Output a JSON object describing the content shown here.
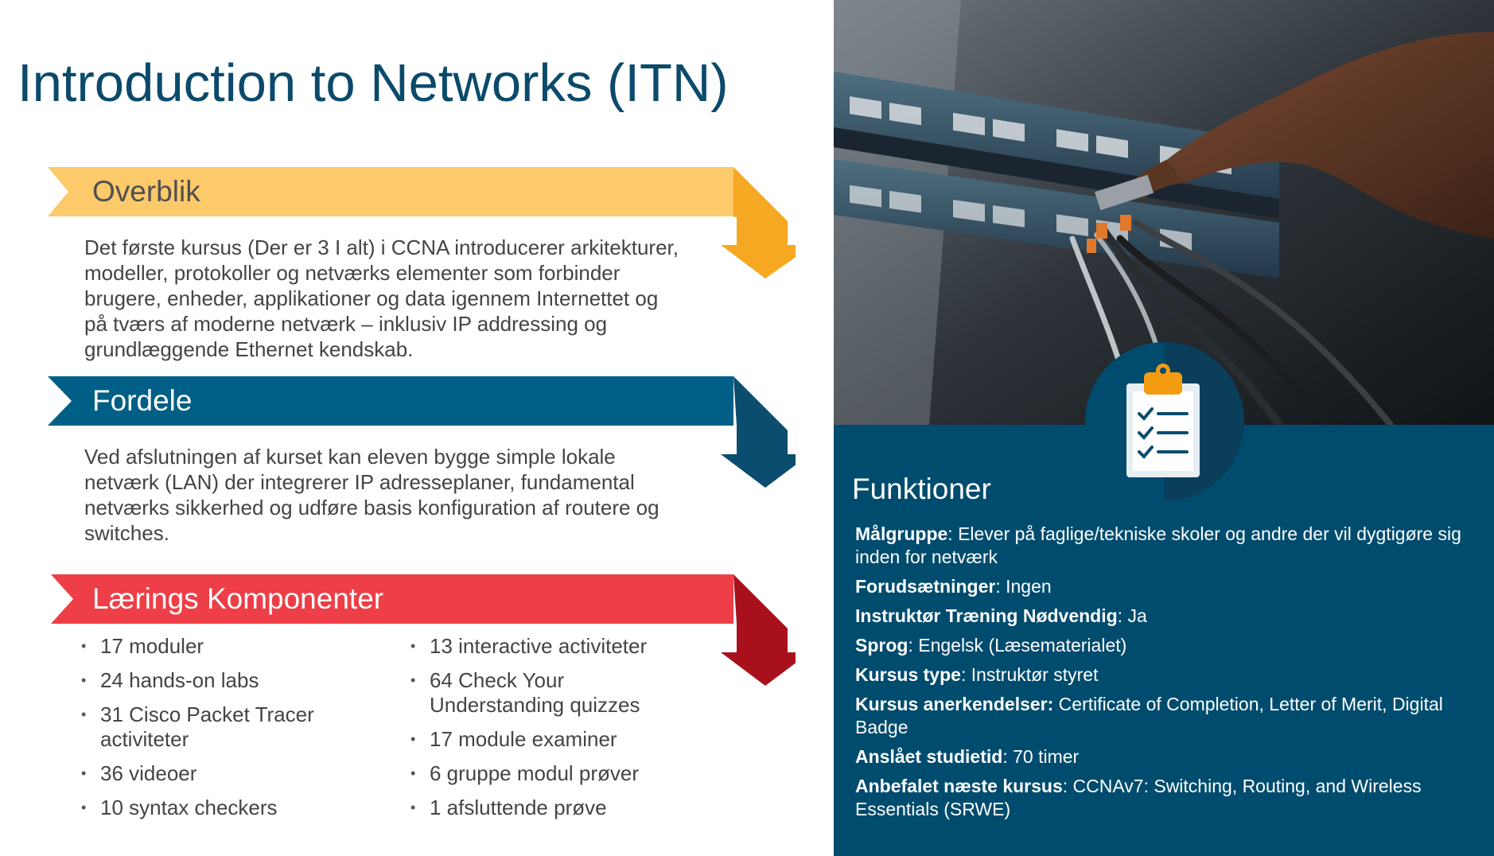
{
  "title": "Introduction to Networks (ITN)",
  "colors": {
    "title": "#0b4a6b",
    "overblik_light": "#fcc96b",
    "overblik_dark": "#f7a823",
    "fordele_light": "#005f86",
    "fordele_dark": "#0a4d6e",
    "laerings_light": "#ee3e47",
    "laerings_dark": "#a8111c",
    "panel": "#004c6e"
  },
  "sections": {
    "overblik": {
      "heading": "Overblik",
      "lines": [
        "Det første kursus (Der er 3 I alt) i CCNA introducerer arkitekturer,",
        "modeller, protokoller og netværks elementer som forbinder",
        "brugere, enheder, applikationer og data igennem Internettet og",
        "på tværs af moderne netværk – inklusiv IP addressing og",
        "grundlæggende Ethernet kendskab."
      ]
    },
    "fordele": {
      "heading": "Fordele",
      "lines": [
        "Ved afslutningen af kurset kan eleven bygge simple lokale",
        "netværk (LAN) der integrerer IP adresseplaner, fundamental",
        "netværks sikkerhed og udføre basis konfiguration af routere og",
        "switches."
      ]
    },
    "laerings": {
      "heading": "Lærings Komponenter",
      "left_items": [
        {
          "l1": "17 moduler",
          "l2": ""
        },
        {
          "l1": "24 hands-on labs",
          "l2": ""
        },
        {
          "l1": "31 Cisco Packet Tracer",
          "l2": "activiteter"
        },
        {
          "l1": "36 videoer",
          "l2": ""
        },
        {
          "l1": "10 syntax checkers",
          "l2": ""
        }
      ],
      "right_items": [
        {
          "l1": "13 interactive activiteter",
          "l2": ""
        },
        {
          "l1": "64 Check Your",
          "l2": "Understanding quizzes"
        },
        {
          "l1": "17 module examiner",
          "l2": ""
        },
        {
          "l1": "6 gruppe modul prøver",
          "l2": ""
        },
        {
          "l1": "1 afsluttende prøve",
          "l2": ""
        }
      ]
    }
  },
  "funktioner": {
    "heading": "Funktioner",
    "items": [
      {
        "label": "Målgruppe",
        "sep": ": ",
        "value": "Elever på faglige/tekniske skoler og andre der vil dygtigøre sig inden for netværk"
      },
      {
        "label": "Forudsætninger",
        "sep": ": ",
        "value": "Ingen"
      },
      {
        "label": "Instruktør Træning Nødvendig",
        "sep": ": ",
        "value": "Ja"
      },
      {
        "label": "Sprog",
        "sep": ": ",
        "value": "Engelsk (Læsematerialet)"
      },
      {
        "label": "Kursus type",
        "sep": ": ",
        "value": "Instruktør styret"
      },
      {
        "label": "Kursus anerkendelser:",
        "sep": " ",
        "value": "Certificate of Completion, Letter of Merit, Digital Badge"
      },
      {
        "label": "Anslået studietid",
        "sep": ": ",
        "value": "70 timer"
      },
      {
        "label": "Anbefalet næste kursus",
        "sep": ": ",
        "value": "CCNAv7: Switching, Routing, and Wireless Essentials (SRWE)"
      }
    ]
  },
  "icons": {
    "clipboard": "clipboard-checklist-icon",
    "photo": "network-switch-photo"
  }
}
